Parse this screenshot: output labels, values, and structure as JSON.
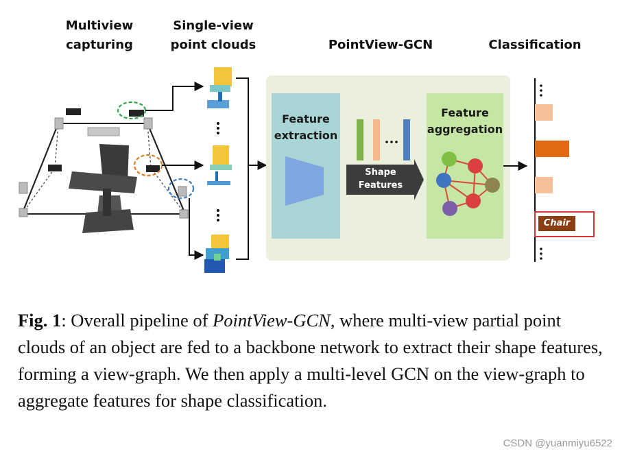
{
  "headers": {
    "multiview": "Multiview\ncapturing",
    "singleview": "Single-view\npoint clouds",
    "pointview": "PointView-GCN",
    "classification": "Classification"
  },
  "blocks": {
    "feature_extraction": "Feature\nextraction",
    "shape_features": "Shape\nFeatures",
    "feature_aggregation": "Feature\naggregation",
    "chair_label": "Chair"
  },
  "colors": {
    "gcn_panel": "#eaf0dc",
    "extraction_box": "#a9d5d6",
    "trapezoid": "#7ea6e0",
    "aggregation_box": "#c6e6a6",
    "shape_arrow": "#3c3c3c",
    "bar_green": "#7fb24a",
    "bar_peach": "#f7b98b",
    "bar_blue": "#4f7fbe",
    "cls_peach": "#f6c09a",
    "cls_orange": "#e06a14",
    "chair_fill": "#8a3f12",
    "chair_border": "#d83434",
    "node_green": "#7fc043",
    "node_red": "#d94141",
    "node_blue": "#3f74bf",
    "node_olive": "#8d8650",
    "node_purple": "#7a5fa8",
    "edge": "#d94a3a"
  },
  "caption": {
    "fig_label": "Fig. 1",
    "text_before": ": Overall pipeline of ",
    "method": "PointView-GCN",
    "text_after": ", where multi-view partial point clouds of an object are fed to a backbone network to extract their shape features, forming a view-graph. We then apply a multi-level GCN on the view-graph to aggregate features for shape classification."
  },
  "watermark": "CSDN @yuanmiyu6522"
}
